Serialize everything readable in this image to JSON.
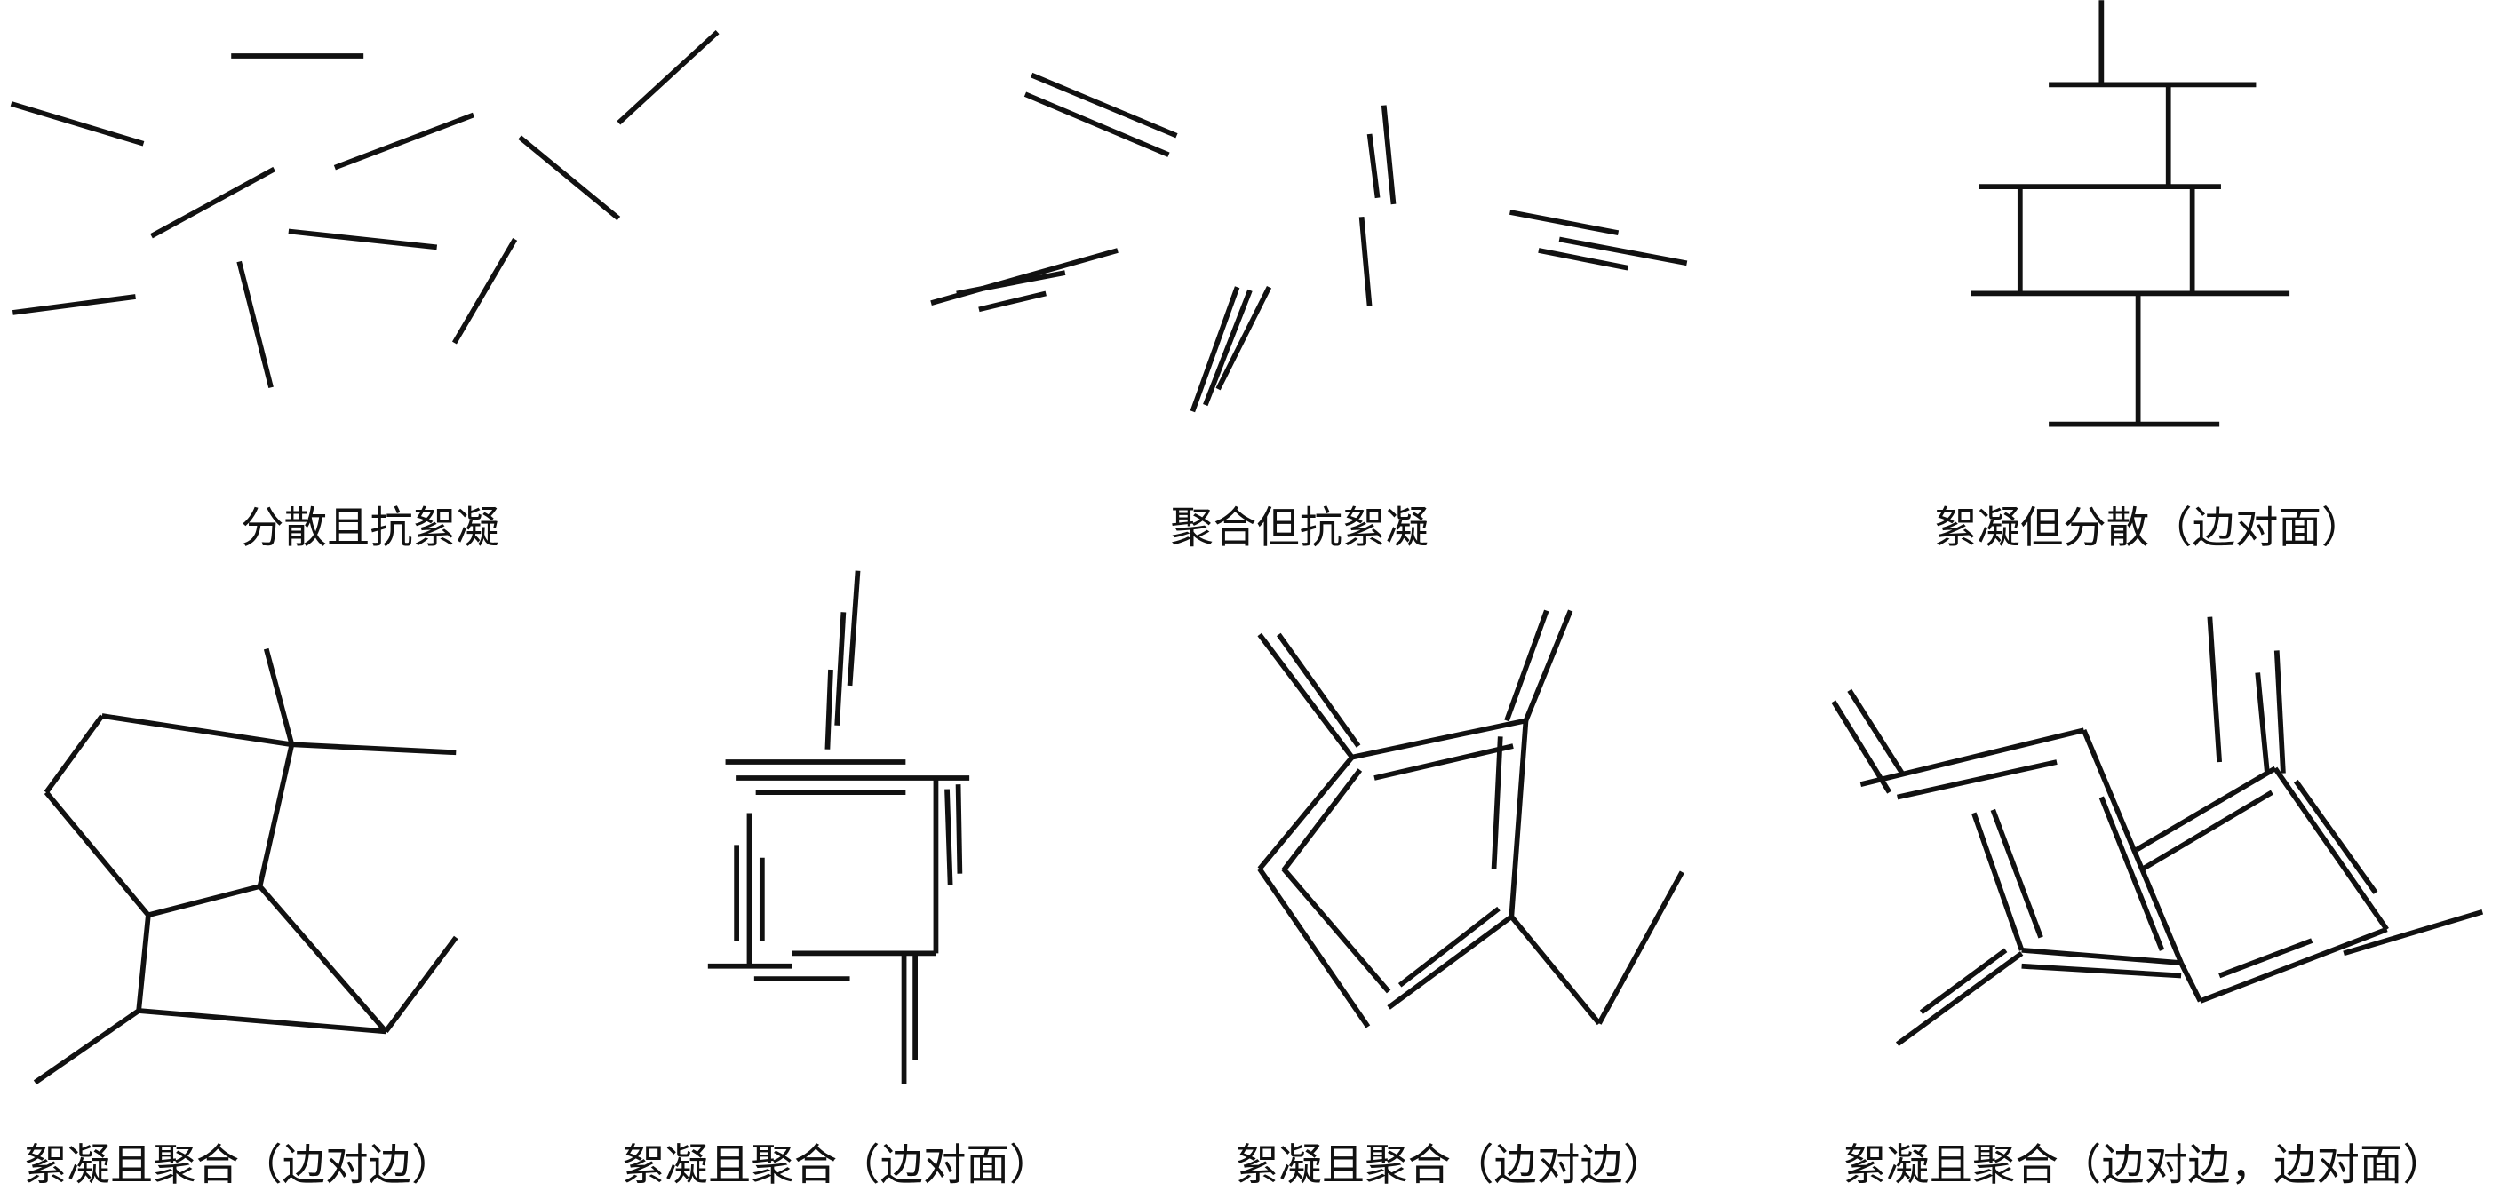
{
  "panels": [
    {
      "label": "分散且抗絮凝"
    },
    {
      "label": "聚合但抗絮凝"
    },
    {
      "label": "絮凝但分散（边对面）"
    },
    {
      "label": "絮凝且聚合（边对边）"
    },
    {
      "label": "絮凝且聚合（边对面）"
    },
    {
      "label": "絮凝且聚合（边对边）"
    },
    {
      "label": "絮凝且聚合（边对边，边对面）"
    }
  ],
  "colors": {
    "line": "#111111",
    "background": "#ffffff"
  }
}
